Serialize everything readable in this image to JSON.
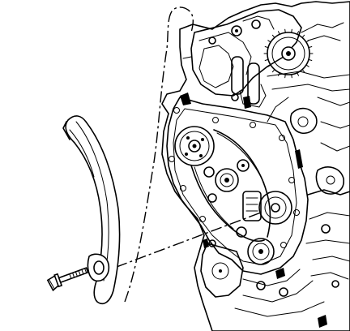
{
  "figure": {
    "parts": [
      {
        "id": "timing-chain-guide",
        "icon": "curved-guide-shoe"
      },
      {
        "id": "guide-bolt",
        "icon": "hex-bolt"
      },
      {
        "id": "engine-front",
        "icon": "engine-block-with-timing-gears"
      }
    ],
    "leader_lines": [
      {
        "from": "guide-bolt",
        "to": "engine-front",
        "style": "dash-dot"
      },
      {
        "from": "timing-chain-guide",
        "to": "engine-front",
        "style": "dash-dot"
      }
    ],
    "colors": {
      "ink": "#000000",
      "paper": "#ffffff"
    }
  }
}
